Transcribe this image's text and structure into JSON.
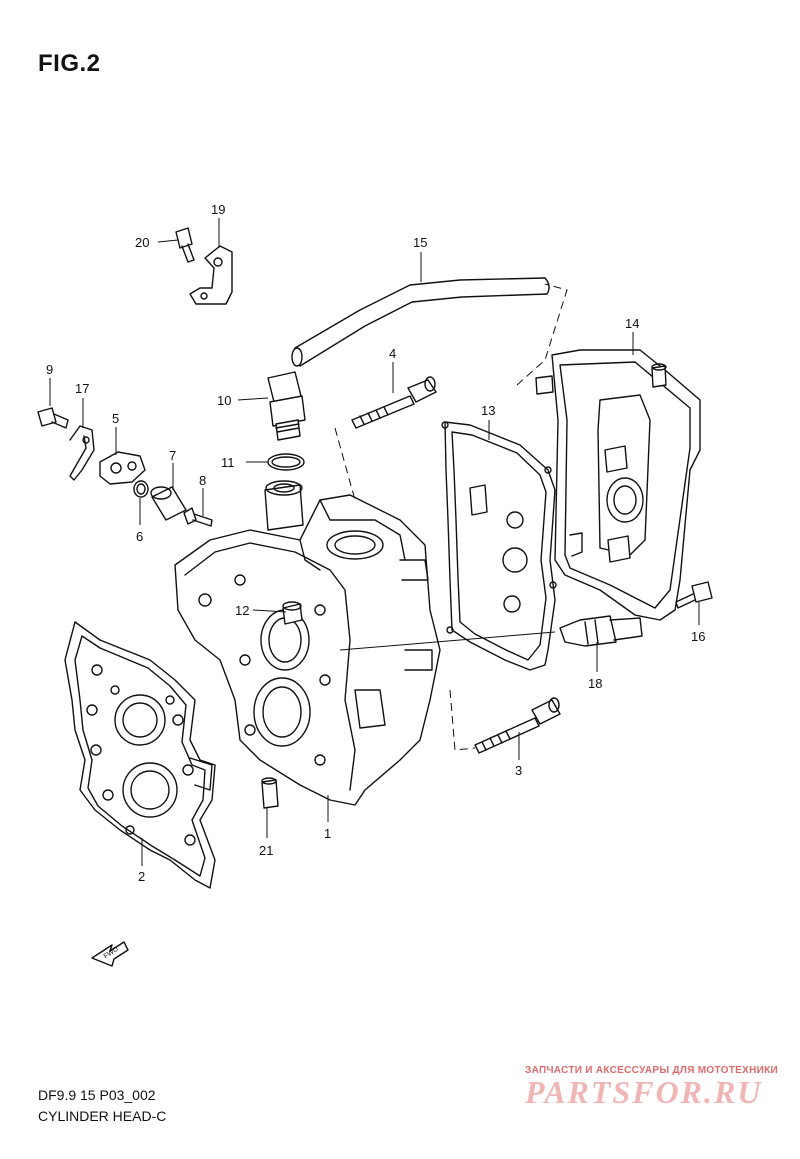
{
  "figure": {
    "title": "FIG.2",
    "code": "DF9.9 15 P03_002",
    "name": "CYLINDER HEAD-C"
  },
  "fwd_label": "FWD",
  "watermark": {
    "tagline": "ЗАПЧАСТИ И АКСЕССУАРЫ ДЛЯ МОТОТЕХНИКИ",
    "brand": "PARTSFOR.RU"
  },
  "callouts": [
    {
      "id": "1",
      "label": "1"
    },
    {
      "id": "2",
      "label": "2"
    },
    {
      "id": "3",
      "label": "3"
    },
    {
      "id": "4",
      "label": "4"
    },
    {
      "id": "5",
      "label": "5"
    },
    {
      "id": "6",
      "label": "6"
    },
    {
      "id": "7",
      "label": "7"
    },
    {
      "id": "8",
      "label": "8"
    },
    {
      "id": "9",
      "label": "9"
    },
    {
      "id": "10",
      "label": "10"
    },
    {
      "id": "11",
      "label": "11"
    },
    {
      "id": "12",
      "label": "12"
    },
    {
      "id": "13",
      "label": "13"
    },
    {
      "id": "14",
      "label": "14"
    },
    {
      "id": "15",
      "label": "15"
    },
    {
      "id": "16",
      "label": "16"
    },
    {
      "id": "17",
      "label": "17"
    },
    {
      "id": "18",
      "label": "18"
    },
    {
      "id": "19",
      "label": "19"
    },
    {
      "id": "20",
      "label": "20"
    },
    {
      "id": "21",
      "label": "21"
    }
  ],
  "colors": {
    "line": "#111111",
    "watermark_text": "#e06a6a",
    "watermark_brand": "#f0b6b6"
  }
}
